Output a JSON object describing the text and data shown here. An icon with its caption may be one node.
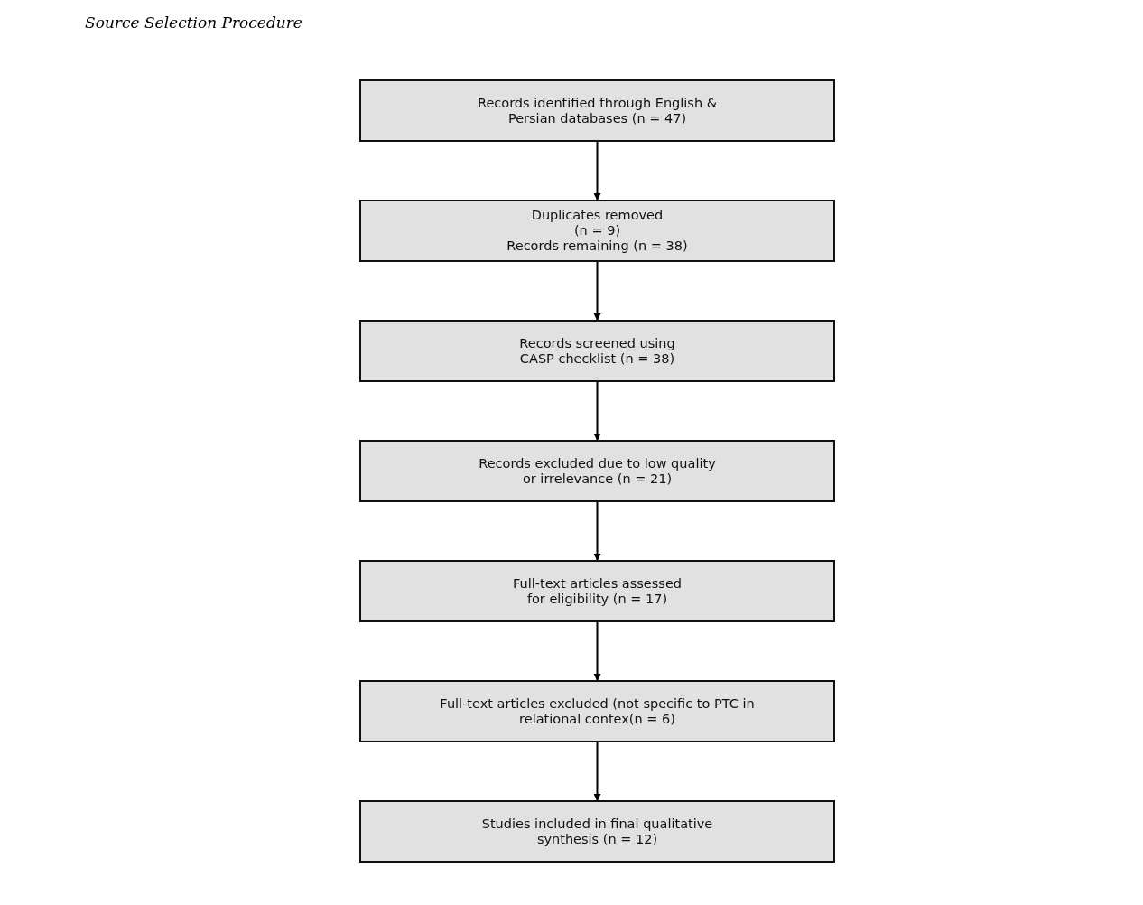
{
  "diagram": {
    "title": "Source Selection Procedure",
    "nodes": [
      {
        "text": [
          "Records identified through English & Persian databases (n = 47)"
        ]
      },
      {
        "text": [
          "Duplicates removed (n = 9)",
          "Records remaining (n = 38)"
        ]
      },
      {
        "text": [
          "Records screened using CASP checklist (n = 38)"
        ]
      },
      {
        "text": [
          "Records excluded due to low quality or irrelevance (n = 21)"
        ]
      },
      {
        "text": [
          "Full-text articles assessed for eligibility (n = 17)"
        ]
      },
      {
        "text": [
          "Full-text articles excluded (not specific to PTC in relational contex(n = 6)"
        ]
      },
      {
        "text": [
          "Studies included in final qualitative synthesis (n = 12)"
        ]
      }
    ],
    "edges": [
      {
        "from": 0,
        "to": 1,
        "arrow": "to"
      },
      {
        "from": 1,
        "to": 2,
        "arrow": "to"
      },
      {
        "from": 2,
        "to": 3,
        "arrow": "to"
      },
      {
        "from": 3,
        "to": 4,
        "arrow": "to"
      },
      {
        "from": 4,
        "to": 5,
        "arrow": "to"
      },
      {
        "from": 5,
        "to": 6,
        "arrow": "to"
      }
    ]
  }
}
